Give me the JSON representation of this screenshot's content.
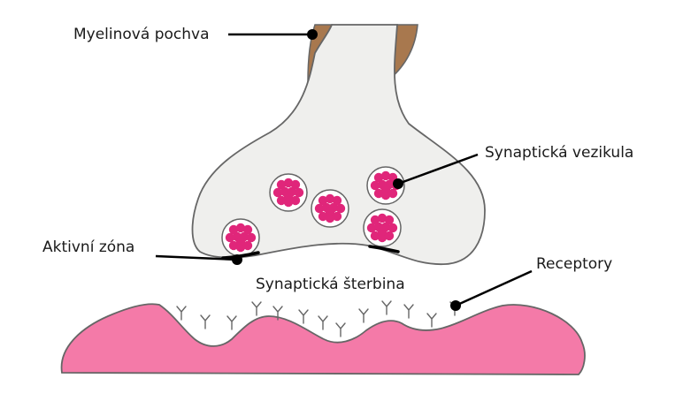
{
  "labels": {
    "myelin_sheath": "Myelinová pochva",
    "synaptic_vesicle": "Synaptická vezikula",
    "active_zone": "Aktivní zóna",
    "synaptic_cleft": "Synaptická šterbina",
    "receptors": "Receptory"
  },
  "colors": {
    "terminal_fill": "#efefed",
    "outline": "#666666",
    "myelin": "#a8784e",
    "vesicle_fill": "#ffffff",
    "neurotransmitter": "#e0267a",
    "postsynaptic": "#f47aa8",
    "leader_line": "#000000"
  }
}
